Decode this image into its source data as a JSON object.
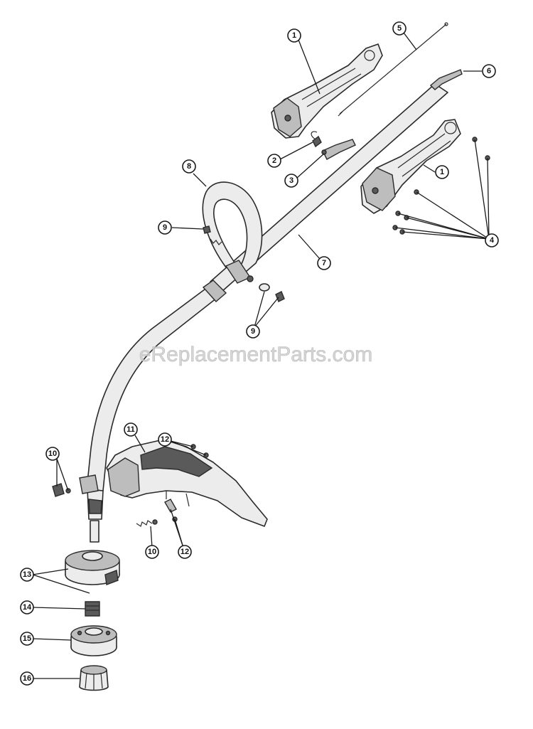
{
  "watermark": "eReplacementParts.com",
  "callouts": [
    {
      "id": "c1a",
      "label": "1"
    },
    {
      "id": "c5",
      "label": "5"
    },
    {
      "id": "c6",
      "label": "6"
    },
    {
      "id": "c2",
      "label": "2"
    },
    {
      "id": "c3",
      "label": "3"
    },
    {
      "id": "c1b",
      "label": "1"
    },
    {
      "id": "c4",
      "label": "4"
    },
    {
      "id": "c8",
      "label": "8"
    },
    {
      "id": "c9a",
      "label": "9"
    },
    {
      "id": "c7",
      "label": "7"
    },
    {
      "id": "c9b",
      "label": "9"
    },
    {
      "id": "c11",
      "label": "11"
    },
    {
      "id": "c12a",
      "label": "12"
    },
    {
      "id": "c10a",
      "label": "10"
    },
    {
      "id": "c10b",
      "label": "10"
    },
    {
      "id": "c12b",
      "label": "12"
    },
    {
      "id": "c13",
      "label": "13"
    },
    {
      "id": "c14",
      "label": "14"
    },
    {
      "id": "c15",
      "label": "15"
    },
    {
      "id": "c16",
      "label": "16"
    }
  ]
}
